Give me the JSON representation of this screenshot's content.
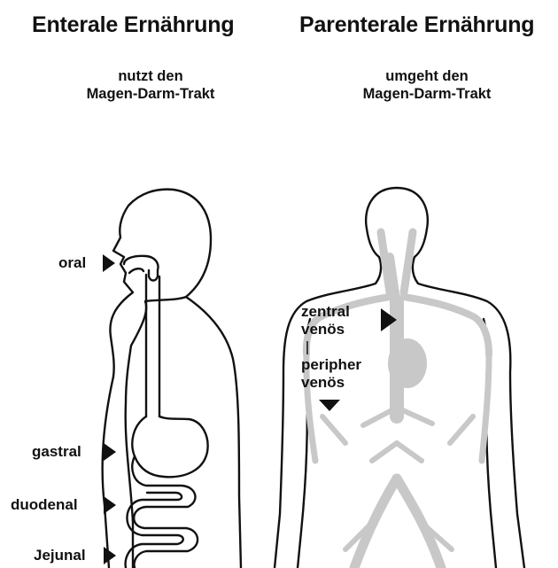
{
  "left": {
    "title": "Enterale Ernährung",
    "subtitle_line1": "nutzt den",
    "subtitle_line2": "Magen-Darm-Trakt",
    "labels": {
      "oral": "oral",
      "gastral": "gastral",
      "duodenal": "duodenal",
      "jejunal": "Jejunal"
    }
  },
  "right": {
    "title": "Parenterale Ernährung",
    "subtitle_line1": "umgeht den",
    "subtitle_line2": "Magen-Darm-Trakt",
    "labels": {
      "central_line1": "zentral",
      "central_line2": "venös",
      "peripheral_line1": "peripher",
      "peripheral_line2": "venös"
    }
  },
  "colors": {
    "outline": "#111111",
    "vessels": "#c8c8c8",
    "text": "#111111"
  }
}
